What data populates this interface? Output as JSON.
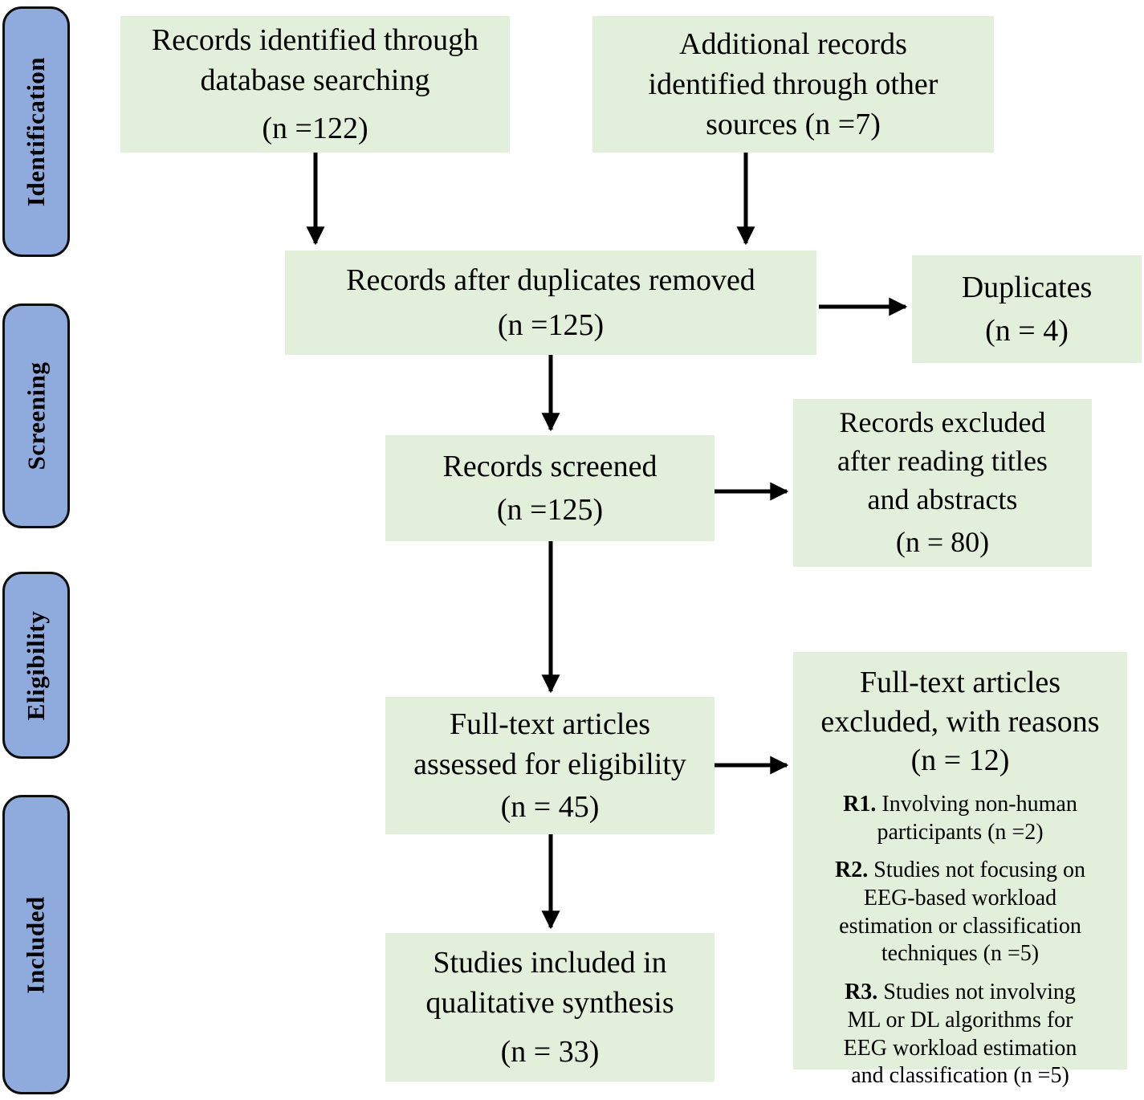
{
  "colors": {
    "box_fill_green": "#e2efda",
    "stage_fill_blue": "#8faadc",
    "stage_border": "#0d0d0d",
    "arrow": "#000000",
    "text": "#000000"
  },
  "stages": [
    {
      "label": "Identification"
    },
    {
      "label": "Screening"
    },
    {
      "label": "Eligibility"
    },
    {
      "label": "Included"
    }
  ],
  "boxes": {
    "identified": {
      "lines": [
        "Records identified through",
        "database searching"
      ],
      "count": "(n =122)"
    },
    "additional": {
      "lines": [
        "Additional records",
        "identified through other",
        "sources (n =7)"
      ]
    },
    "after_duplicates": {
      "lines": [
        "Records after duplicates removed"
      ],
      "count": "(n =125)"
    },
    "duplicates": {
      "lines": [
        "Duplicates"
      ],
      "count": "(n = 4)"
    },
    "screened": {
      "lines": [
        "Records screened"
      ],
      "count": "(n =125)"
    },
    "excluded_titles": {
      "lines": [
        "Records excluded",
        "after reading titles",
        "and abstracts"
      ],
      "count": "(n = 80)"
    },
    "assessed": {
      "lines": [
        "Full-text articles",
        "assessed for eligibility"
      ],
      "count": "(n = 45)"
    },
    "excluded_fulltext": {
      "title_lines": [
        "Full-text articles",
        "excluded, with reasons",
        "(n = 12)"
      ],
      "reasons": [
        {
          "tag": "R1.",
          "lines": [
            "Involving non-human",
            "participants (n =2)"
          ]
        },
        {
          "tag": "R2.",
          "lines": [
            "Studies not focusing on",
            "EEG-based workload",
            "estimation or classification",
            "techniques (n =5)"
          ]
        },
        {
          "tag": "R3.",
          "lines": [
            "Studies not involving",
            "ML or DL algorithms for",
            "EEG workload estimation",
            "and classification (n =5)"
          ]
        }
      ]
    },
    "included_synthesis": {
      "lines": [
        "Studies included in",
        "qualitative synthesis"
      ],
      "count": "(n = 33)"
    }
  }
}
